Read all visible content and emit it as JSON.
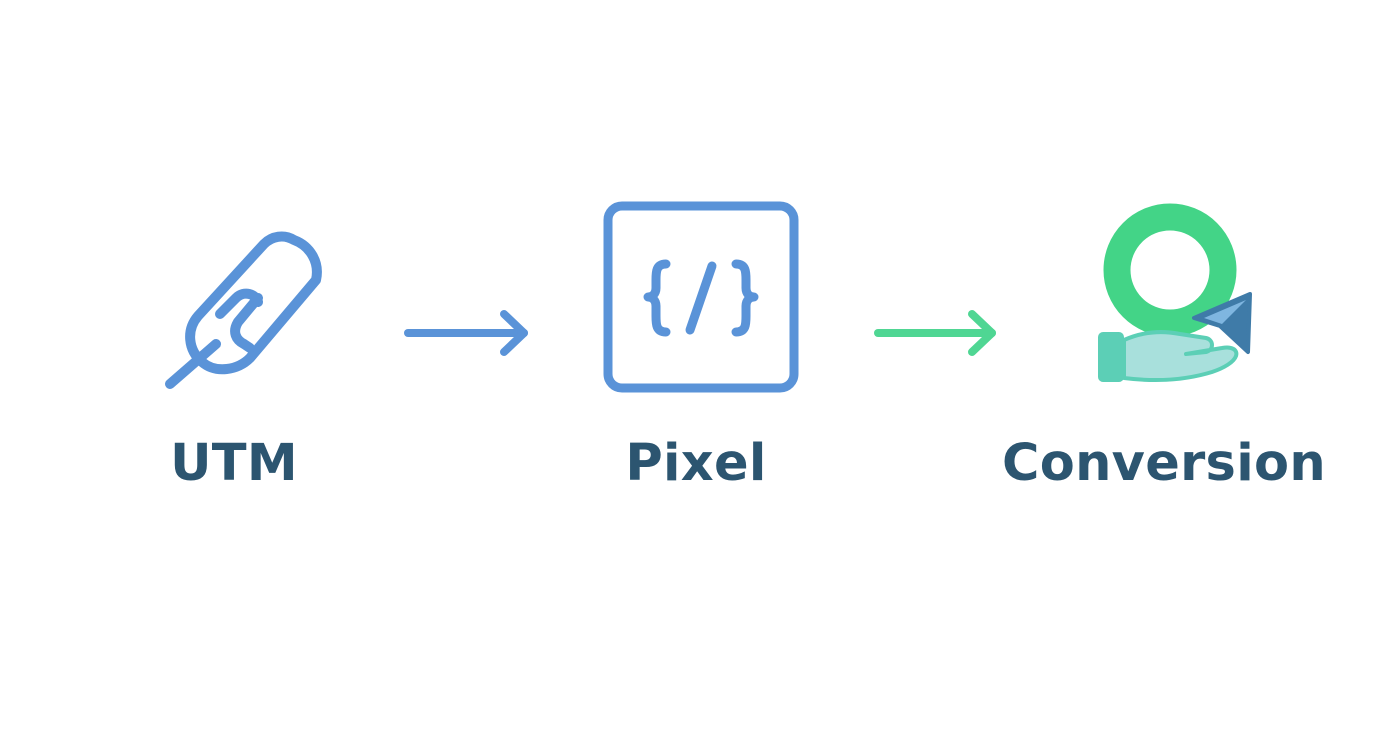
{
  "diagram": {
    "nodes": [
      {
        "label": "UTM",
        "icon": "link-icon"
      },
      {
        "label": "Pixel",
        "icon": "code-box-icon"
      },
      {
        "label": "Conversion",
        "icon": "conversion-hand-icon"
      }
    ],
    "arrows": [
      {
        "from": "UTM",
        "to": "Pixel",
        "color": "#5a93d8"
      },
      {
        "from": "Pixel",
        "to": "Conversion",
        "color": "#4fd693"
      }
    ]
  },
  "colors": {
    "label_text": "#2c5570",
    "blue_accent": "#5a93d8",
    "green_accent": "#43d487",
    "teal_light": "#a8e0dc",
    "navy_pointer": "#3f7ba8"
  }
}
